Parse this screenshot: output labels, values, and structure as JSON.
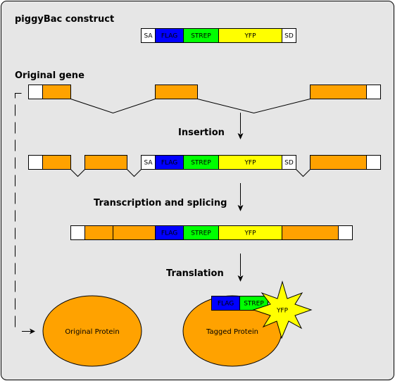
{
  "colors": {
    "background": "#e6e6e6",
    "exon": "#ffa200",
    "utr": "#ffffff",
    "flag": "#0000ff",
    "strep": "#00ff00",
    "yfp": "#ffff00",
    "protein": "#ffa200"
  },
  "headings": {
    "construct": "piggyBac construct",
    "original_gene": "Original gene",
    "insertion": "Insertion",
    "transcription": "Transcription and splicing",
    "translation": "Translation"
  },
  "segments": {
    "sa": "SA",
    "flag": "FLAG",
    "strep": "STREP",
    "yfp": "YFP",
    "sd": "SD"
  },
  "proteins": {
    "original": "Original Protein",
    "tagged": "Tagged Protein",
    "tag_flag": "FLAG",
    "tag_strep": "STREP",
    "tag_yfp": "YFP"
  }
}
